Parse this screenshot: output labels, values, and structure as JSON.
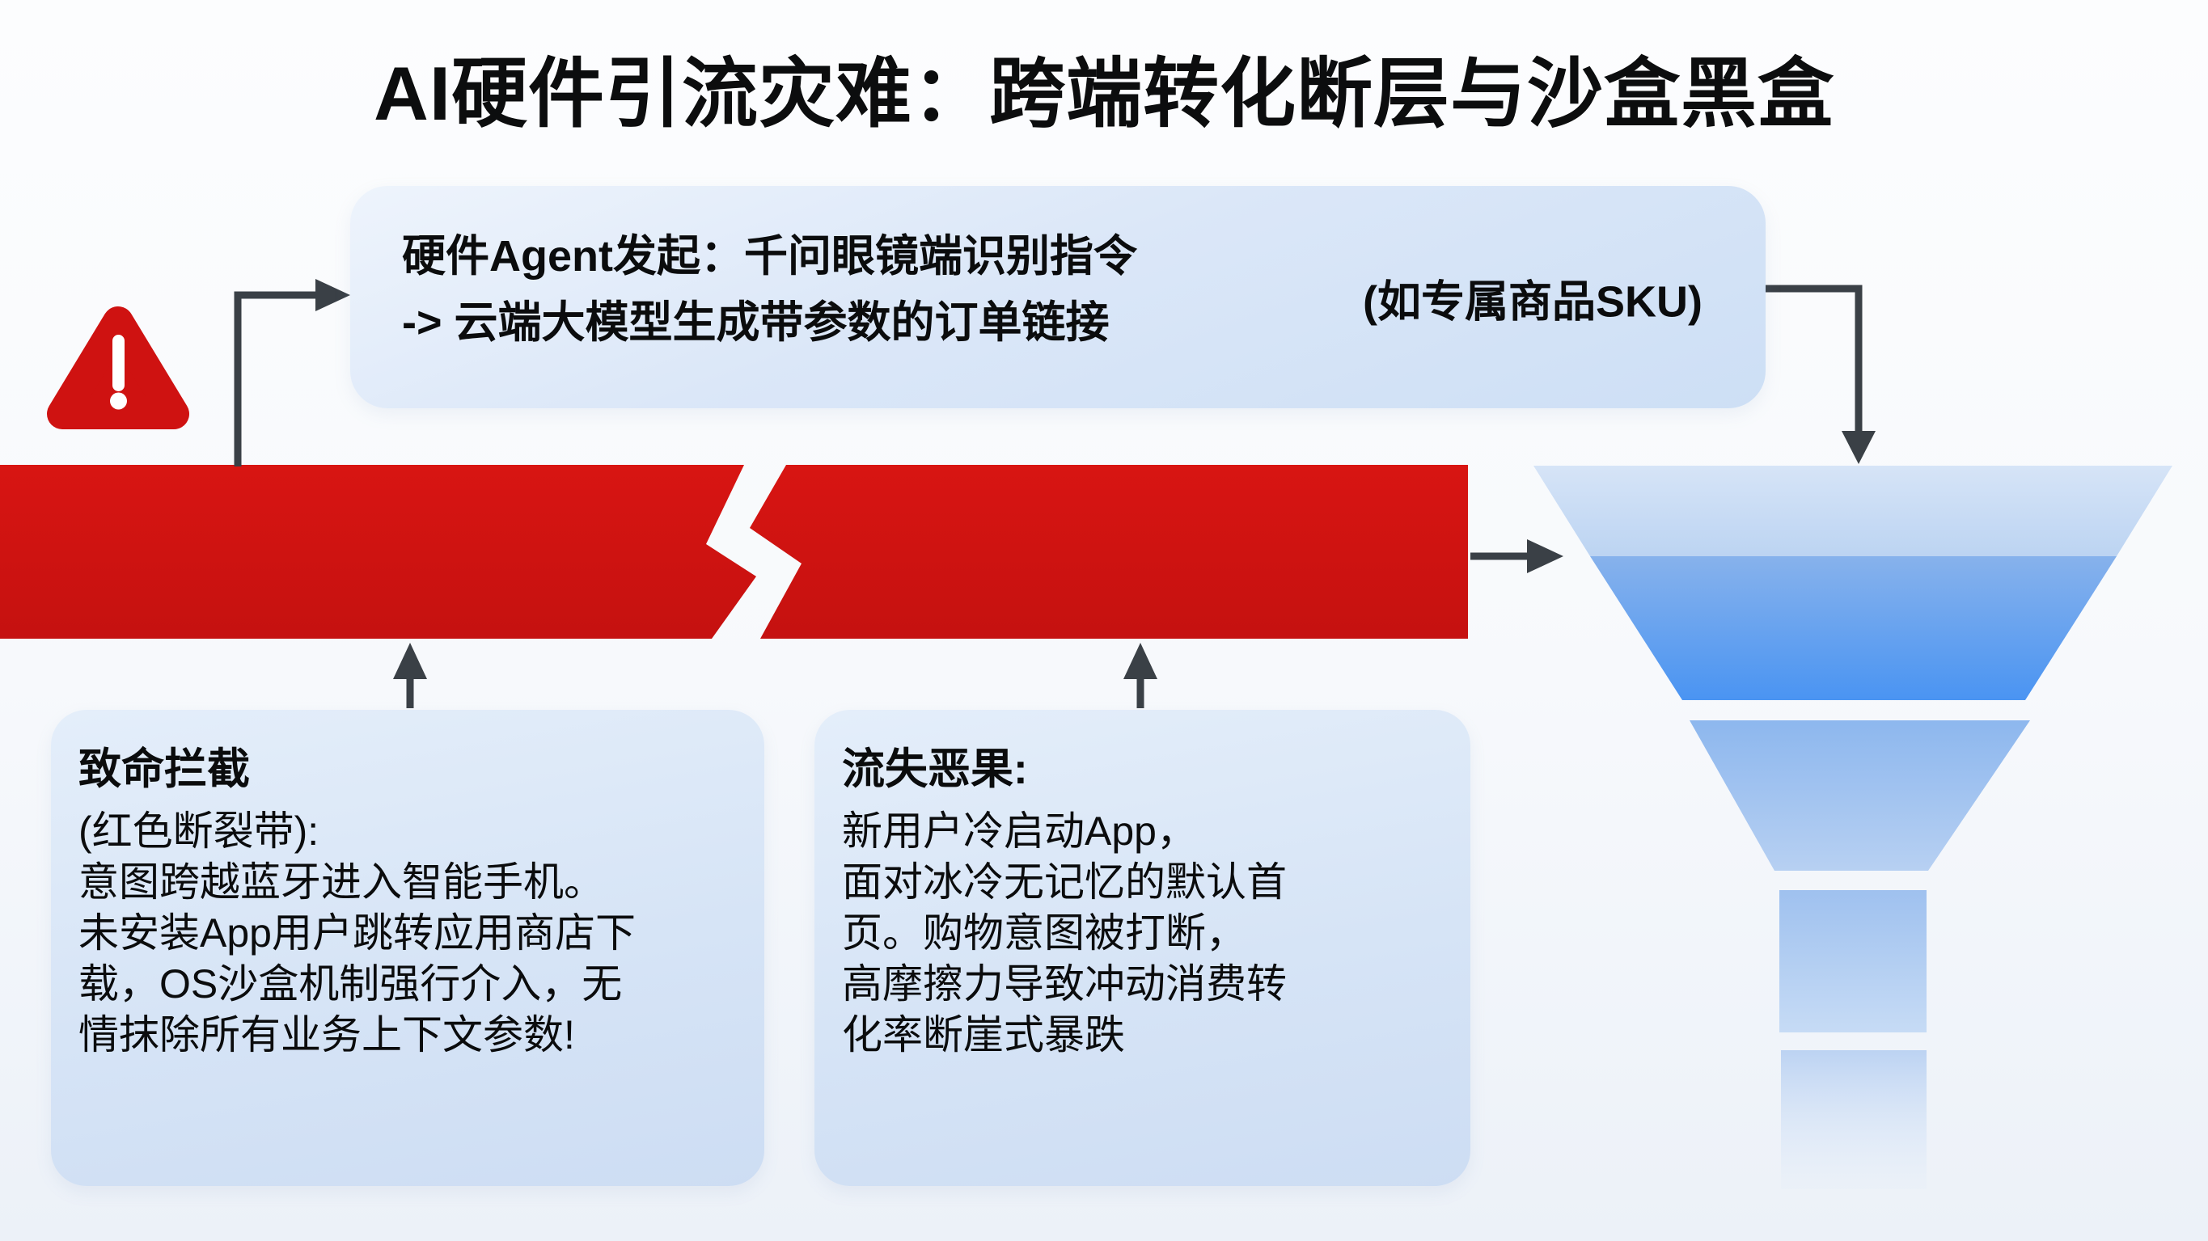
{
  "title": "AI硬件引流灾难：跨端转化断层与沙盒黑盒",
  "flow_box": {
    "line1": "硬件Agent发起：千问眼镜端识别指令",
    "line2": "-> 云端大模型生成带参数的订单链接",
    "aside": "(如专属商品SKU)"
  },
  "interception_box": {
    "heading": "致命拦截",
    "lines": [
      "(红色断裂带):",
      "意图跨越蓝牙进入智能手机。",
      "未安装App用户跳转应用商店下",
      "载，OS沙盒机制强行介入，无",
      "情抹除所有业务上下文参数!"
    ]
  },
  "loss_box": {
    "heading": "流失恶果:",
    "lines": [
      "新用户冷启动App，",
      "面对冰冷无记忆的默认首",
      "页。购物意图被打断，",
      "高摩擦力导致冲动消费转",
      "化率断崖式暴跌"
    ]
  },
  "icons": {
    "warning": "warning-triangle-icon",
    "break": "lightning-crack",
    "funnel": "conversion-funnel"
  },
  "colors": {
    "break_bar_red": "#d31411",
    "warning_red": "#cf1211",
    "arrow_dark": "#3a4046",
    "funnel_light_band": "#cfe0f6",
    "funnel_deep_blue": "#4a94f2",
    "box_light_blue": "#d6e4f6",
    "text": "#0b0c0d",
    "background": "#f6f8fb"
  }
}
